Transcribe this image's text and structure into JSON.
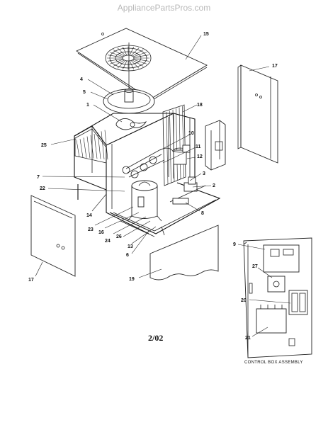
{
  "watermark": "AppliancePartsPros.com",
  "diagram_date": "2/02",
  "control_box_caption": "CONTROL BOX ASSEMBLY",
  "part_labels": {
    "p1": "1",
    "p2": "2",
    "p3": "3",
    "p4": "4",
    "p5": "5",
    "p6": "6",
    "p7": "7",
    "p8": "8",
    "p9": "9",
    "p10": "10",
    "p11": "11",
    "p12": "12",
    "p13": "13",
    "p14": "14",
    "p15": "15",
    "p16": "16",
    "p17a": "17",
    "p17b": "17",
    "p18": "18",
    "p19": "19",
    "p20": "20",
    "p21": "21",
    "p22": "22",
    "p23": "23",
    "p24": "24",
    "p25": "25",
    "p26": "26",
    "p27": "27"
  }
}
